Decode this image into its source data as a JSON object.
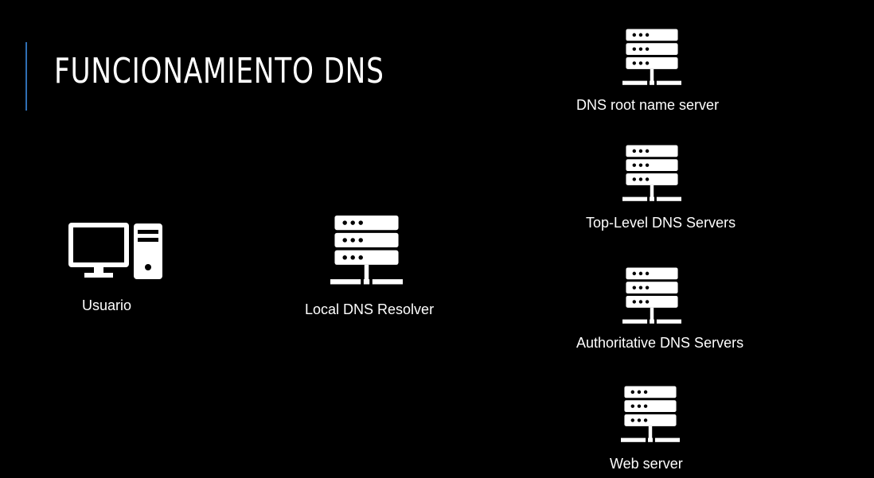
{
  "slide": {
    "title": "FUNCIONAMIENTO DNS",
    "accent_color": "#2f6fb4",
    "background": "#000000"
  },
  "nodes": {
    "user": {
      "label": "Usuario",
      "icon": "desktop-computer-icon"
    },
    "local_resolver": {
      "label": "Local DNS Resolver",
      "icon": "server-rack-icon"
    },
    "root_server": {
      "label": "DNS root name server",
      "icon": "server-rack-icon"
    },
    "tld_servers": {
      "label": "Top-Level DNS Servers",
      "icon": "server-rack-icon"
    },
    "authoritative_servers": {
      "label": "Authoritative DNS Servers",
      "icon": "server-rack-icon"
    },
    "web_server": {
      "label": "Web server",
      "icon": "server-rack-icon"
    }
  }
}
